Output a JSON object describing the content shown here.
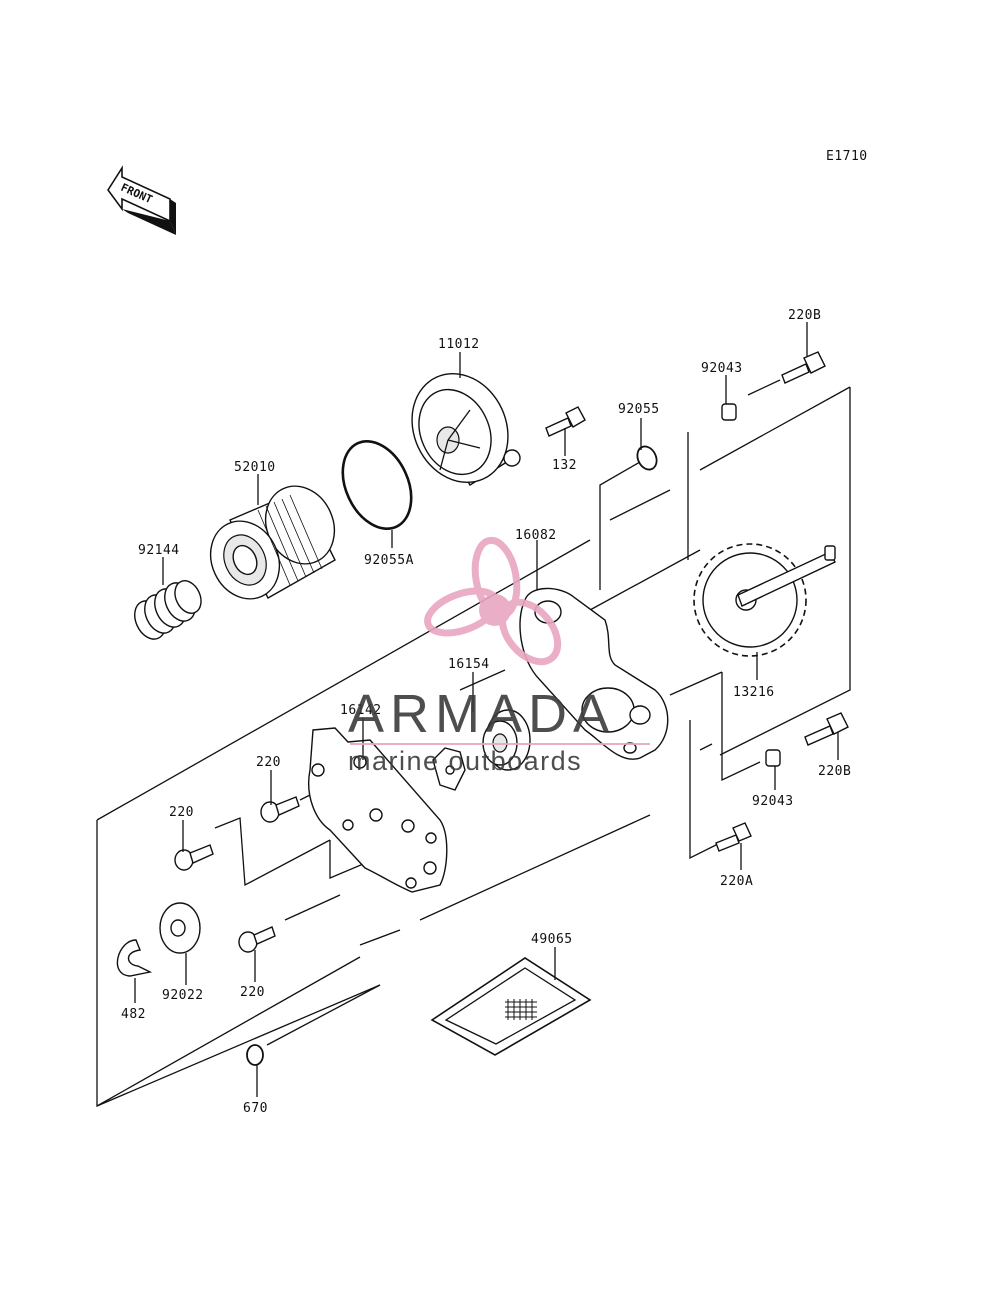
{
  "diagram_code": "E1710",
  "front_arrow_text": "FRONT",
  "watermark": {
    "brand": "ARMADA",
    "tagline": "marine outboards",
    "accent_color": "#e8a7c0"
  },
  "callouts": {
    "p11012": "11012",
    "p52010": "52010",
    "p92055A": "92055A",
    "p92144": "92144",
    "p132": "132",
    "p92055": "92055",
    "p92043_top": "92043",
    "p220B_top": "220B",
    "p16082": "16082",
    "p13216": "13216",
    "p16154": "16154",
    "p16142": "16142",
    "p220_a": "220",
    "p220_b": "220",
    "p220_c": "220",
    "p92022": "92022",
    "p482": "482",
    "p670": "670",
    "p49065": "49065",
    "p220A": "220A",
    "p92043_bot": "92043",
    "p220B_bot": "220B"
  }
}
